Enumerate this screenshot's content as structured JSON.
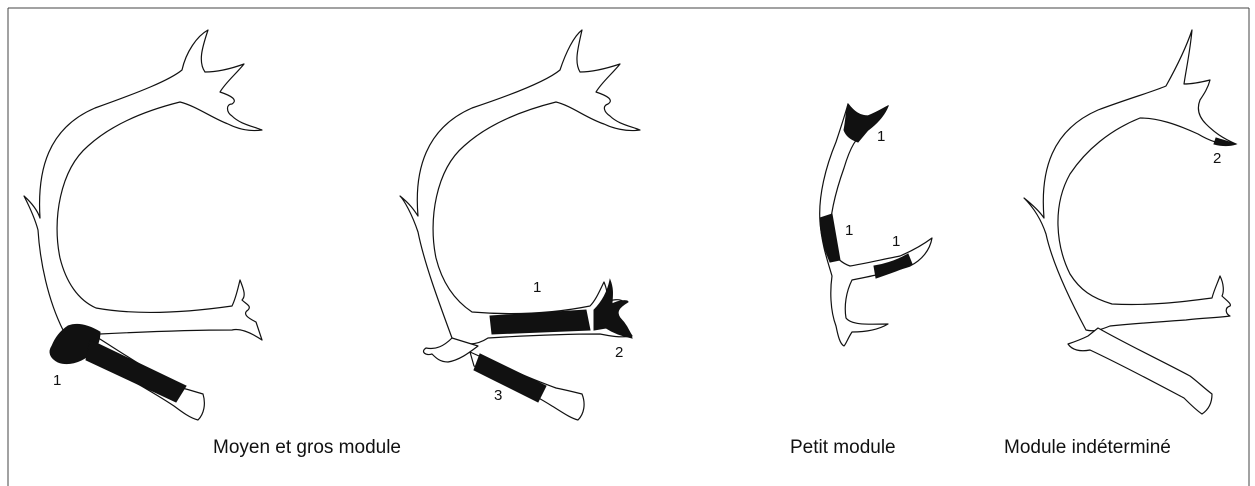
{
  "captions": {
    "group_left": "Moyen et gros module",
    "group_small": "Petit module",
    "group_undetermined": "Module indéterminé"
  },
  "antlers": [
    {
      "group": "Moyen et gros module",
      "labels": [
        "1"
      ]
    },
    {
      "group": "Moyen et gros module",
      "labels": [
        "1",
        "2",
        "3"
      ]
    },
    {
      "group": "Petit module",
      "labels": [
        "1",
        "1",
        "1"
      ]
    },
    {
      "group": "Module indéterminé",
      "labels": [
        "2"
      ]
    }
  ],
  "colors": {
    "band": "#111111",
    "outline": "#111111",
    "background": "#ffffff"
  }
}
